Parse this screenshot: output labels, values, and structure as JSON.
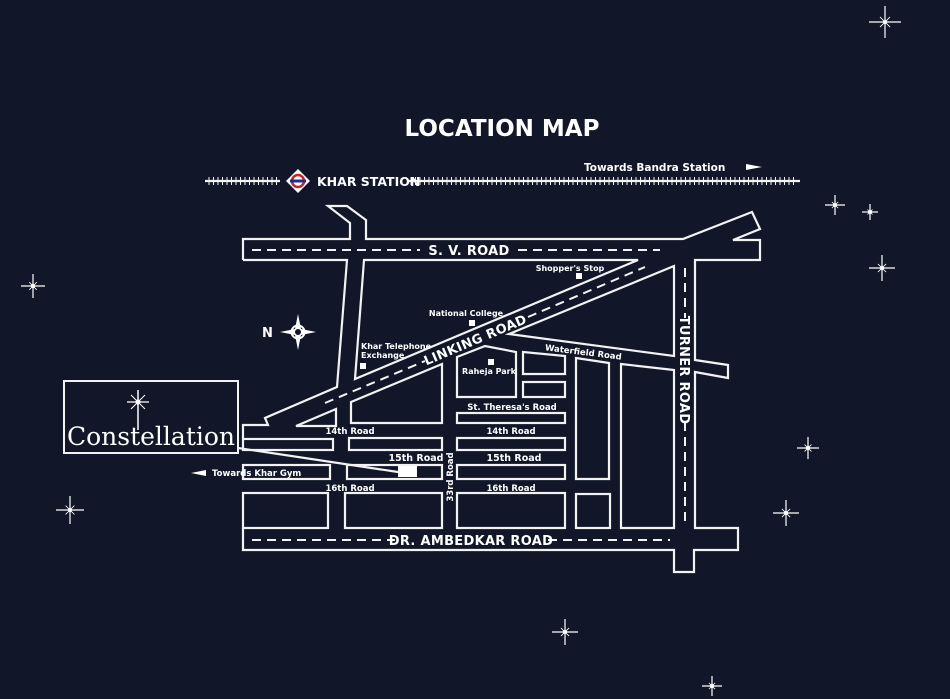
{
  "title": "LOCATION MAP",
  "railway": {
    "station": "KHAR STATION",
    "direction": "Towards Bandra Station"
  },
  "compass": {
    "north": "N"
  },
  "logo": {
    "text": "Constellation"
  },
  "roads": {
    "sv": "S. V. ROAD",
    "linking": "LINKING ROAD",
    "turner": "TURNER ROAD",
    "ambedkar": "DR. AMBEDKAR ROAD",
    "waterfield": "Waterfield Road",
    "theresa": "St. Theresa's Road",
    "r14": "14th Road",
    "r15": "15th Road",
    "r16": "16th Road",
    "r33": "33rd Road"
  },
  "directions": {
    "khar_gym": "Towards Khar Gym"
  },
  "landmarks": {
    "shoppers_stop": "Shopper's Stop",
    "national_college": "National College",
    "telephone_exchange_1": "Khar Telephone",
    "telephone_exchange_2": "Exchange",
    "raheja_park": "Raheja Park"
  },
  "colors": {
    "background": "#111729",
    "lines": "#f2f2f2"
  }
}
